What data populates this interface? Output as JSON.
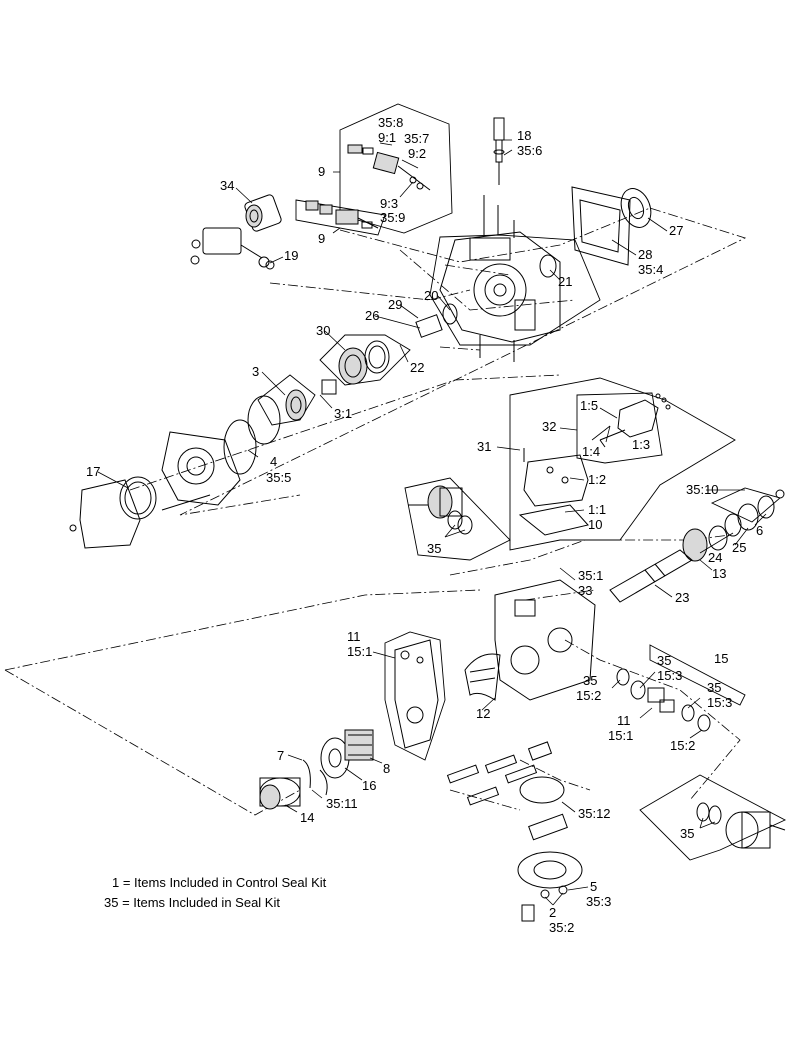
{
  "callouts": {
    "c18": "18",
    "c35_6": "35:6",
    "c35_8": "35:8",
    "c9_1": "9:1",
    "c35_7": "35:7",
    "c9_2": "9:2",
    "c9_3": "9:3",
    "c35_9": "35:9",
    "c9a": "9",
    "c34": "34",
    "c9b": "9",
    "c19": "19",
    "c27": "27",
    "c28": "28",
    "c35_4": "35:4",
    "c21": "21",
    "c20": "20",
    "c29": "29",
    "c26": "26",
    "c30": "30",
    "c22": "22",
    "c3": "3",
    "c3_1": "3:1",
    "c4": "4",
    "c35_5": "35:5",
    "c17": "17",
    "c1_5": "1:5",
    "c32": "32",
    "c1_3": "1:3",
    "c1_4": "1:4",
    "c31": "31",
    "c1_2": "1:2",
    "c1_1": "1:1",
    "c10": "10",
    "c35_10": "35:10",
    "c6": "6",
    "c25": "25",
    "c24": "24",
    "c35a": "35",
    "c13": "13",
    "c35_1": "35:1",
    "c33": "33",
    "c23": "23",
    "c11a": "11",
    "c15_1a": "15:1",
    "c15": "15",
    "c35b": "35",
    "c15_3a": "15:3",
    "c35c": "35",
    "c15_2a": "15:2",
    "c35d": "35",
    "c15_3b": "15:3",
    "c11b": "11",
    "c15_1b": "15:1",
    "c15_2b": "15:2",
    "c12": "12",
    "c7": "7",
    "c16": "16",
    "c8": "8",
    "c35_11": "35:11",
    "c14": "14",
    "c35_12": "35:12",
    "c35e": "35",
    "c5": "5",
    "c35_3": "35:3",
    "c2": "2",
    "c35_2": "35:2"
  },
  "legend": {
    "line1": "1 = Items Included in Control Seal Kit",
    "line2": "35 = Items Included in Seal Kit"
  }
}
